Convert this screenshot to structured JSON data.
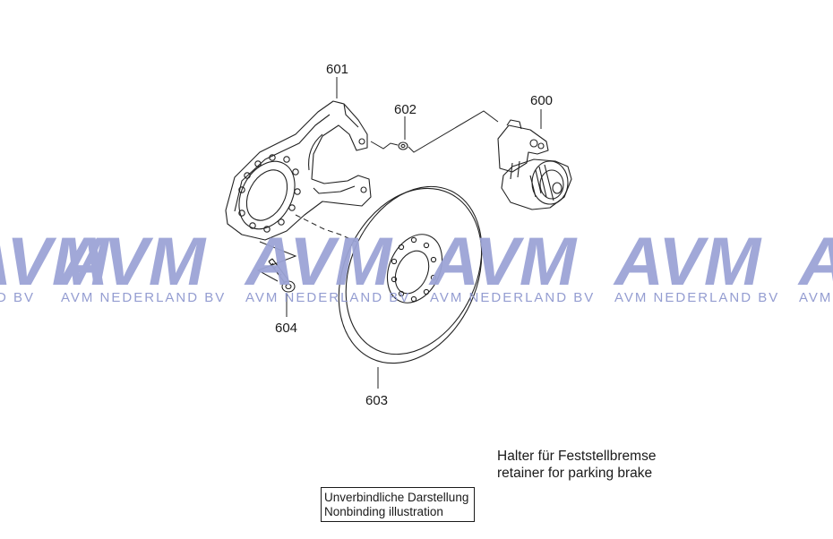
{
  "diagram": {
    "parts": [
      {
        "id": "601"
      },
      {
        "id": "602"
      },
      {
        "id": "600"
      },
      {
        "id": "604"
      },
      {
        "id": "603"
      }
    ]
  },
  "watermark": {
    "logo_text": "AVM",
    "company_text": "AVM NEDERLAND BV",
    "partial_left_text": "D BV",
    "partial_right_text": "AVM",
    "color": "#9ca4d6"
  },
  "caption": {
    "line_de": "Halter für Feststellbremse",
    "line_en": "retainer for parking brake"
  },
  "disclaimer": {
    "line_de": "Unverbindliche Darstellung",
    "line_en": "Nonbinding illustration"
  }
}
